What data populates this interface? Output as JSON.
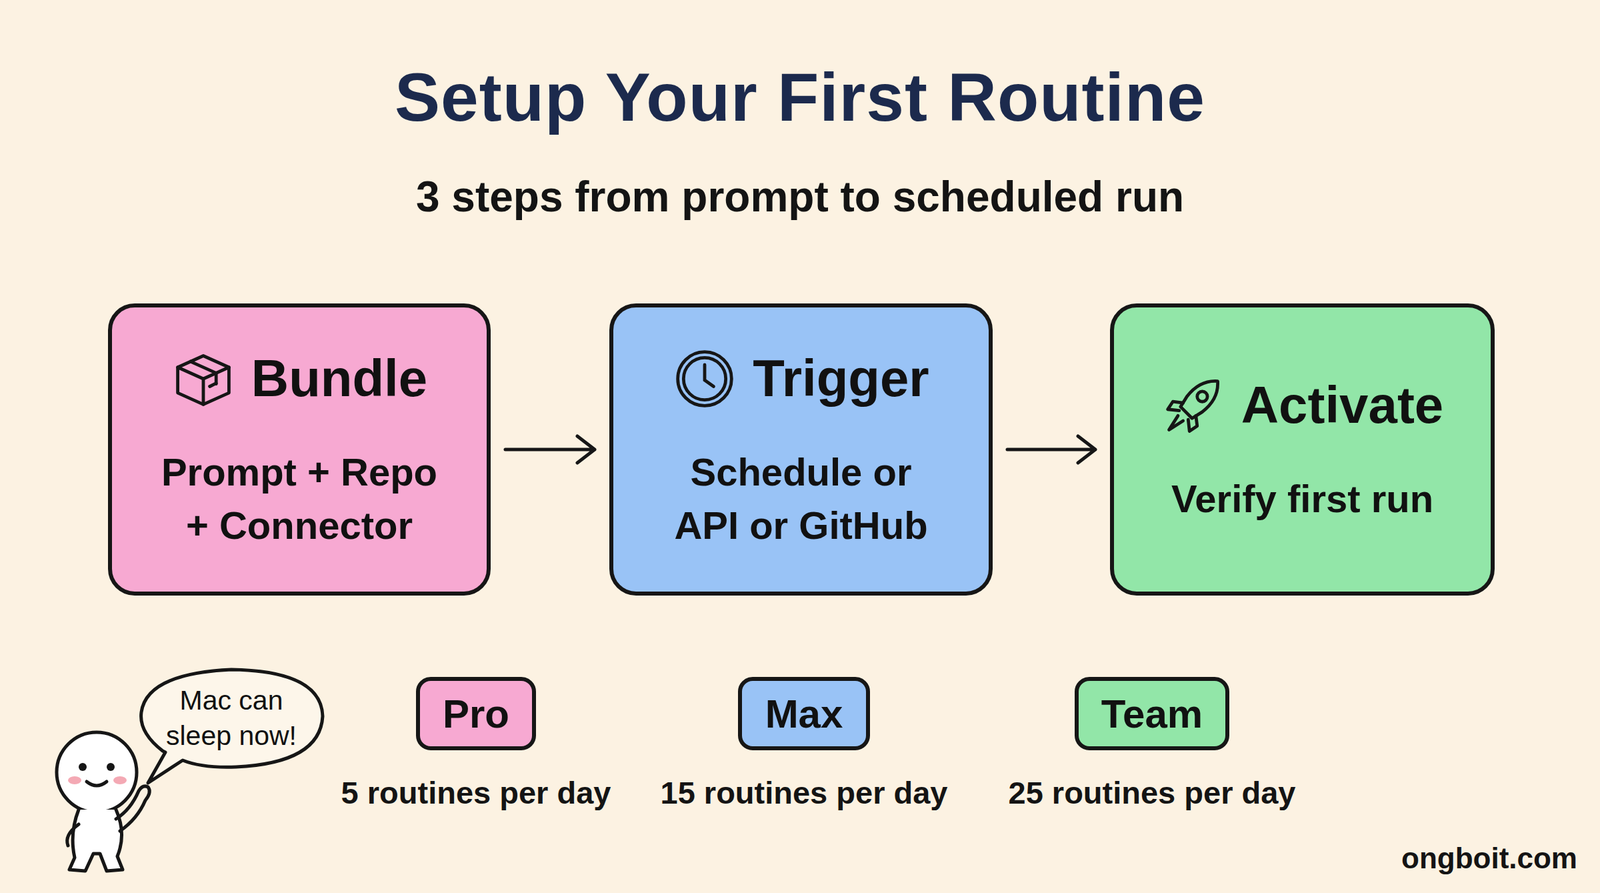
{
  "diagram": {
    "title": "Setup Your First Routine",
    "nodes": [
      {
        "text": [
          "Bundle",
          "Prompt + Repo + Connector"
        ]
      },
      {
        "text": [
          "Trigger",
          "Schedule or API or GitHub"
        ]
      },
      {
        "text": [
          "Activate",
          "Verify first run"
        ]
      },
      {
        "text": [
          "Mac can sleep now!"
        ]
      },
      {
        "text": [
          "Pro",
          "5 routines per day"
        ]
      },
      {
        "text": [
          "Max",
          "15 routines per day"
        ]
      },
      {
        "text": [
          "Team",
          "25 routines per day"
        ]
      }
    ],
    "edges": [
      {
        "from": 0,
        "to": 1,
        "arrow": "to"
      },
      {
        "from": 1,
        "to": 2,
        "arrow": "to"
      }
    ],
    "labels": [
      "3 steps from prompt to scheduled run",
      "ongboit.com"
    ]
  }
}
